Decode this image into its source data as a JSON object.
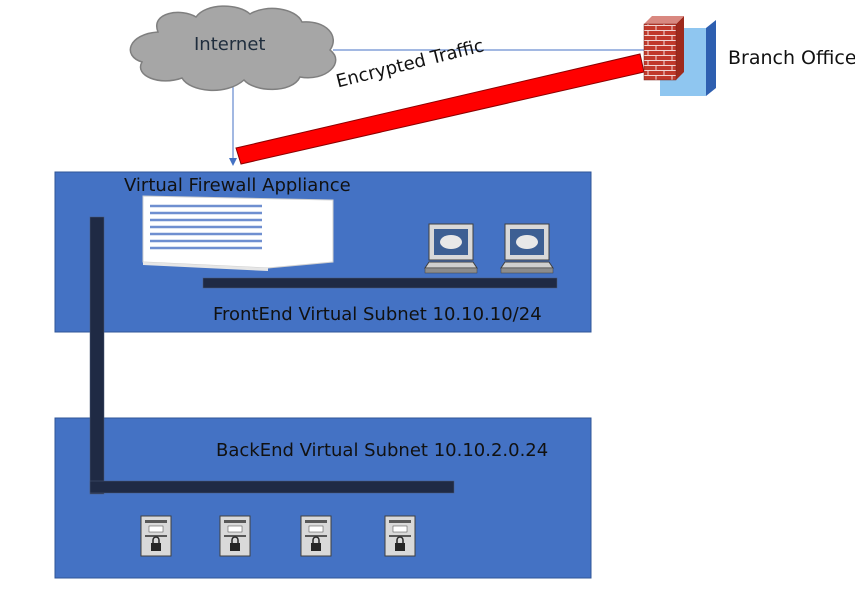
{
  "labels": {
    "internet": "Internet",
    "branch_office": "Branch Office",
    "encrypted_traffic": "Encrypted Traffic",
    "firewall_appliance": "Virtual Firewall Appliance",
    "frontend_subnet": "FrontEnd Virtual Subnet 10.10.10/24",
    "backend_subnet": "BackEnd Virtual Subnet 10.10.2.0.24"
  },
  "icons": {
    "cloud": "cloud-icon",
    "brick_firewall": "brick-firewall-icon",
    "branch_building": "building-icon",
    "firewall_appliance": "firewall-appliance-icon",
    "workstation": "computer-icon",
    "server": "server-icon"
  },
  "colors": {
    "subnet_fill": "#4472C4",
    "subnet_border": "#2F5597",
    "tunnel": "#FF0000",
    "cloud": "#A6A6A6",
    "connector": "#4472C4",
    "bus": "#1F2A44",
    "branch_building": "#8FC6F0",
    "brick": "#C0392B"
  },
  "counts": {
    "workstations": 2,
    "servers": 4
  }
}
